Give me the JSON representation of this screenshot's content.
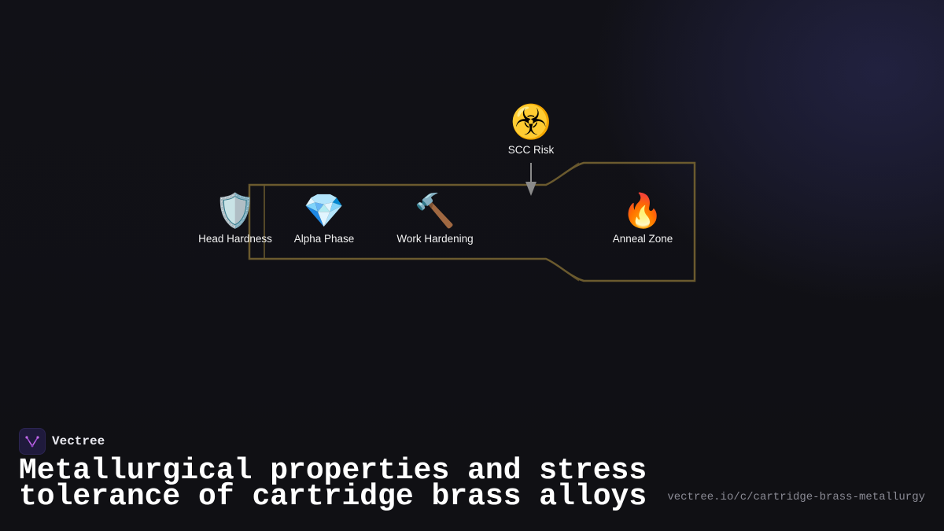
{
  "diagram": {
    "nodes": [
      {
        "id": "head-hardness",
        "icon": "shield-icon",
        "emoji": "🛡️",
        "label": "Head Hardness"
      },
      {
        "id": "alpha-phase",
        "icon": "gem-icon",
        "emoji": "💎",
        "label": "Alpha Phase"
      },
      {
        "id": "work-hardening",
        "icon": "hammer-icon",
        "emoji": "🔨",
        "label": "Work Hardening"
      },
      {
        "id": "scc-risk",
        "icon": "biohazard-icon",
        "emoji": "☣️",
        "label": "SCC Risk"
      },
      {
        "id": "anneal-zone",
        "icon": "fire-icon",
        "emoji": "🔥",
        "label": "Anneal Zone"
      }
    ],
    "outline_color": "#6b5a2e",
    "arrow_color": "#8a8a8a"
  },
  "brand": {
    "name": "Vectree",
    "logo_icon": "vectree-logo-icon",
    "accent": "#a64ad8"
  },
  "title": "Metallurgical properties and stress tolerance of cartridge brass alloys",
  "url": "vectree.io/c/cartridge-brass-metallurgy"
}
